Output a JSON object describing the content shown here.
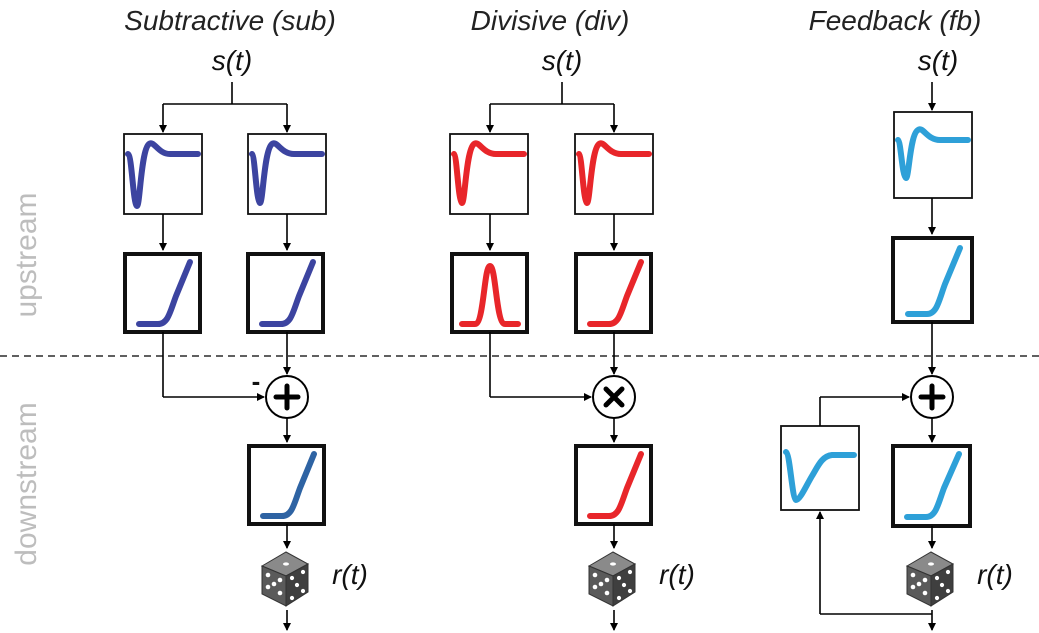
{
  "columns": [
    {
      "title": "Subtractive (sub)",
      "input": "s(t)",
      "output": "r(t)",
      "color": "#3c44a0",
      "out_color": "#2e63a3"
    },
    {
      "title": "Divisive (div)",
      "input": "s(t)",
      "output": "r(t)",
      "color": "#e8262a",
      "out_color": "#e8262a"
    },
    {
      "title": "Feedback (fb)",
      "input": "s(t)",
      "output": "r(t)",
      "color": "#2ea0d8",
      "out_color": "#2ea0d8"
    }
  ],
  "side_labels": {
    "upstream": "upstream",
    "downstream": "downstream"
  },
  "operators": {
    "sub_sign": "-"
  },
  "icons": [
    "temporal-filter-icon",
    "nonlinearity-icon",
    "sum-operator-icon",
    "multiply-operator-icon",
    "poisson-dice-icon"
  ]
}
